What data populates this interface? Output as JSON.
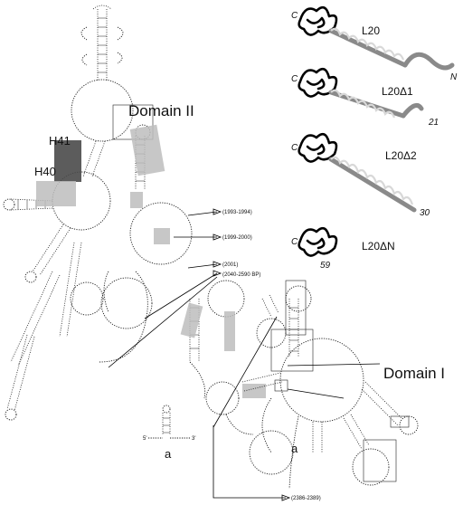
{
  "labels": {
    "domain_ii": "Domain II",
    "domain_i": "Domain I",
    "h41": "H41",
    "h40": "H40",
    "marker_a_left": "a",
    "marker_a_right": "a",
    "hairpin_5": "5'",
    "hairpin_3": "3'"
  },
  "callouts": [
    "(1993-1994)",
    "(1999-2000)",
    "(2001)",
    "(2040-2590 BP)",
    "(2386-2389)"
  ],
  "structures": [
    {
      "name": "L20",
      "n_term": "N",
      "c_term": "C",
      "residue": ""
    },
    {
      "name": "L20Δ1",
      "n_term": "",
      "c_term": "C",
      "residue": "21"
    },
    {
      "name": "L20Δ2",
      "n_term": "",
      "c_term": "C",
      "residue": "30"
    },
    {
      "name": "L20ΔN",
      "n_term": "",
      "c_term": "C",
      "residue": "59"
    }
  ],
  "colors": {
    "highlight_light": "#bdbdbd",
    "highlight_dark": "#4a4a4a",
    "helix": "#8a8a8a"
  }
}
